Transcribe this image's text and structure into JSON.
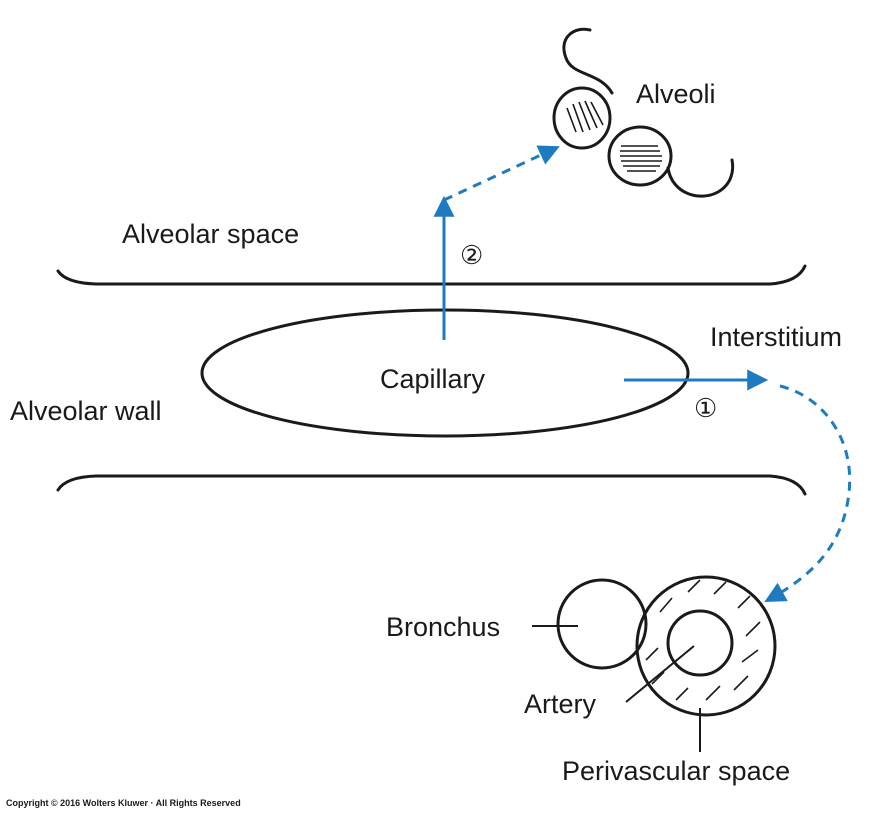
{
  "labels": {
    "alveoli": "Alveoli",
    "alveolar_space": "Alveolar space",
    "interstitium": "Interstitium",
    "capillary": "Capillary",
    "alveolar_wall": "Alveolar wall",
    "bronchus": "Bronchus",
    "artery": "Artery",
    "perivascular_space": "Perivascular space"
  },
  "markers": {
    "route_1": "①",
    "route_2": "②"
  },
  "copyright": "Copyright © 2016 Wolters Kluwer · All Rights Reserved",
  "colors": {
    "arrow": "#1f7bbf",
    "ink": "#1a1a1a"
  }
}
